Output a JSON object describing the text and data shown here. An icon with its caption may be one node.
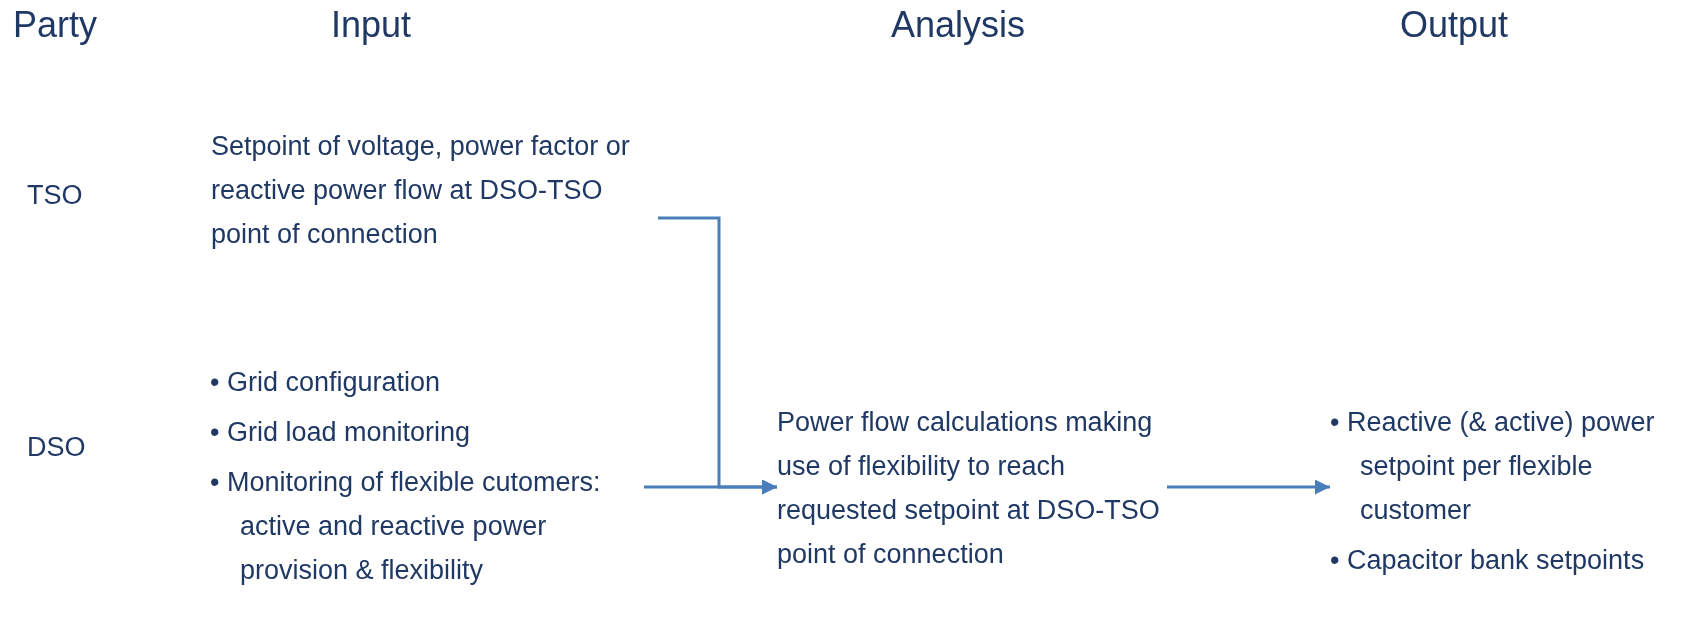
{
  "diagram": {
    "nodes": [
      {
        "text": [
          "Setpoint of voltage, power factor or reactive power flow at DSO-TSO point of connection"
        ]
      },
      {
        "text": [
          "• Grid configuration",
          "• Grid load monitoring",
          "• Monitoring of flexible cutomers: active and reactive power provision & flexibility"
        ]
      },
      {
        "text": [
          "Power flow calculations making use of flexibility to reach requested setpoint at DSO-TSO point of connection"
        ]
      },
      {
        "text": [
          "• Reactive (& active) power setpoint per flexible customer",
          "• Capacitor bank setpoints"
        ]
      }
    ],
    "edges": [
      {
        "from": 0,
        "to": 2,
        "arrow": "to"
      },
      {
        "from": 1,
        "to": 2,
        "arrow": "to"
      },
      {
        "from": 2,
        "to": 3,
        "arrow": "to"
      }
    ],
    "labels": [
      "Party",
      "Input",
      "Analysis",
      "Output",
      "TSO",
      "DSO"
    ]
  }
}
